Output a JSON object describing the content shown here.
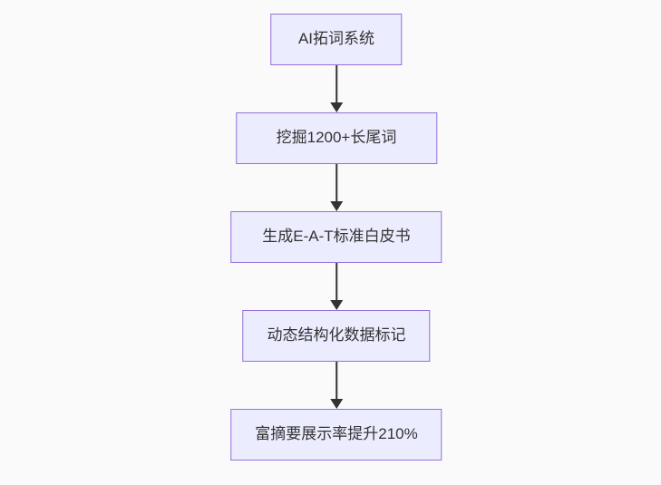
{
  "diagram": {
    "type": "flowchart",
    "direction": "top-down",
    "nodes": [
      {
        "id": "A",
        "label": "AI拓词系统"
      },
      {
        "id": "B",
        "label": "挖掘1200+长尾词"
      },
      {
        "id": "C",
        "label": "生成E-A-T标准白皮书"
      },
      {
        "id": "D",
        "label": "动态结构化数据标记"
      },
      {
        "id": "E",
        "label": "富摘要展示率提升210%"
      }
    ],
    "edges": [
      {
        "from": "A",
        "to": "B",
        "style": "arrow-down"
      },
      {
        "from": "B",
        "to": "C",
        "style": "arrow-down"
      },
      {
        "from": "C",
        "to": "D",
        "style": "arrow-down"
      },
      {
        "from": "D",
        "to": "E",
        "style": "arrow-down"
      }
    ],
    "colors": {
      "page_background": "#fafafa",
      "node_fill": "#ececff",
      "node_border": "#9370db",
      "node_text": "#333333",
      "arrow": "#333333"
    }
  }
}
